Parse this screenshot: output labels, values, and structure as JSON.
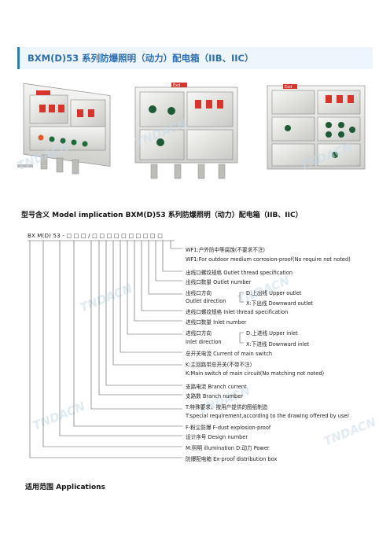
{
  "header": {
    "title": "BXM(D)53 系列防爆照明（动力）配电箱（IIB、IIC）"
  },
  "watermark": {
    "text": "TNDACN"
  },
  "model_section": {
    "heading": "型号含义  Model implication BXM(D)53 系列防爆照明（动力）配电箱（IIB、IIC）"
  },
  "model_code": {
    "text": "BX M(D) 53 - □ □ □ / □ □ □ □ □ □ □ □ □ □"
  },
  "explanations": [
    "WF1:户外防中等腐蚀(不要求不注)",
    "WF1:For outdoor medium corrosion-proof(No require not noted)",
    "出线口螺纹规格 Outlet thread specification",
    "出线口数量 Outlet number",
    "出线口方向",
    "Outlet direction",
    "D:上出线 Upper outlet",
    "X:下出线 Downward outlet",
    "进线口螺纹规格 Inlet thread specification",
    "进线口数量 Inlet number",
    "进线口方向",
    "Inlet direction",
    "D:上进线 Upper inlet",
    "X:下进线 Downward inlet",
    "总开关电流 Current of main switch",
    "K:主回路带总开关(不带不注)",
    "K:Main switch of main circuit(No matching not noted)",
    "支路电流 Branch current",
    "支路数 Branch number",
    "T:特殊要求，按用户提供的图纸制造",
    "T:special requirement,according to the drawing offered by user",
    "F-粉尘防爆 F-dust explosion-proof",
    "设计序号 Design number",
    "M:照明 illumination D:动力 Power",
    "防爆配电箱 Ex-proof distribution box"
  ],
  "applications": {
    "heading": "适用范围  Applications"
  },
  "product_labels": {
    "exd": "Exd"
  }
}
